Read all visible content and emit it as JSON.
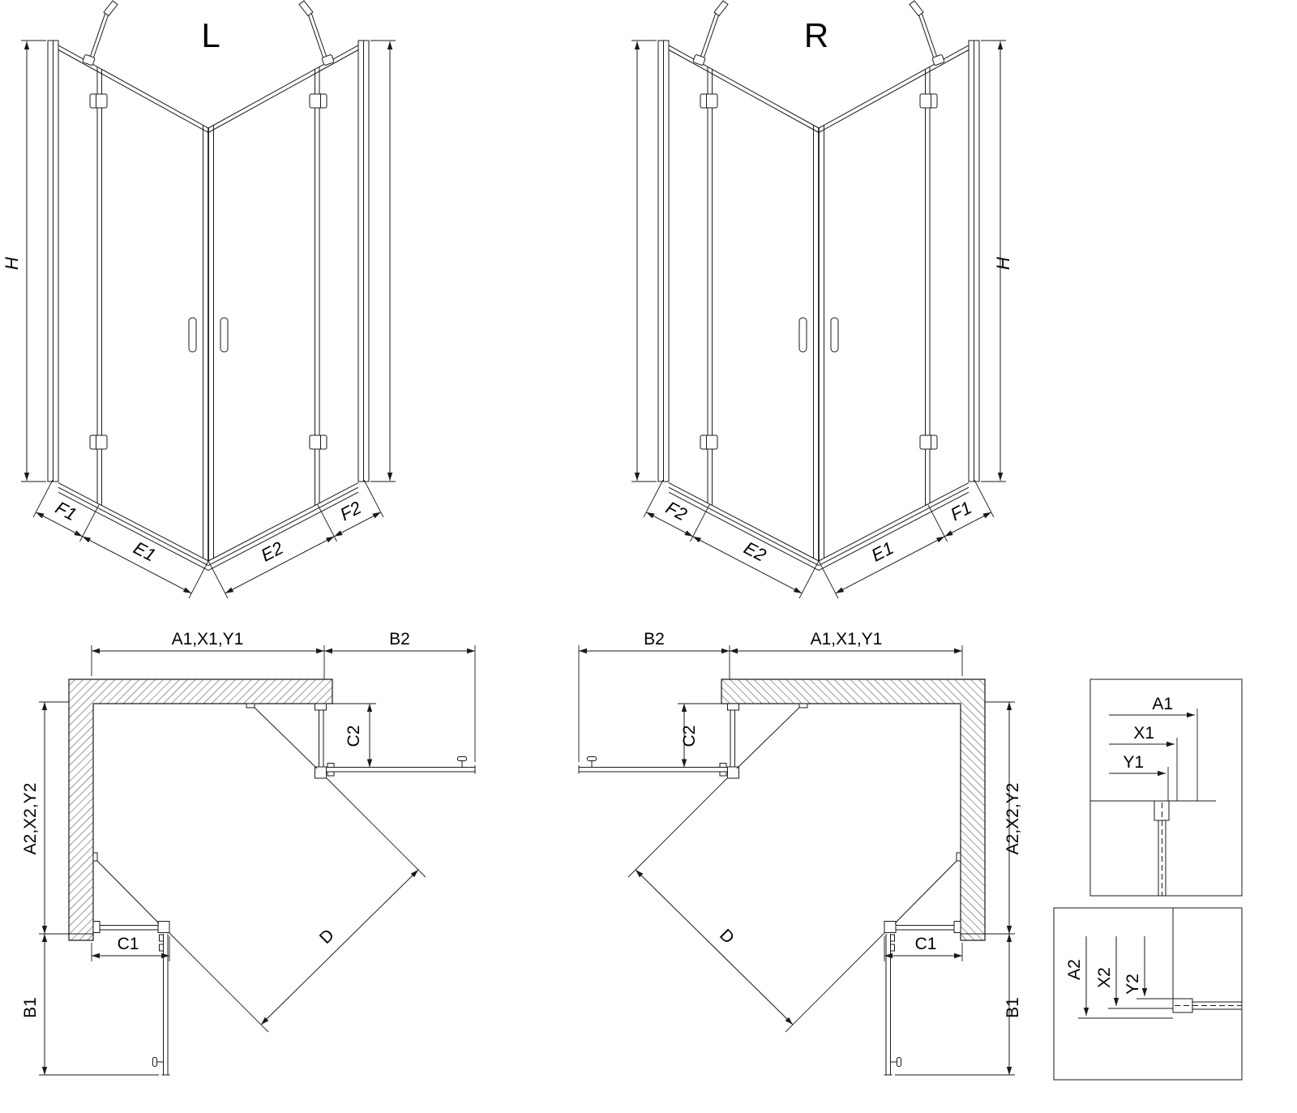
{
  "colors": {
    "line": "#1a1a1a",
    "background": "#ffffff",
    "text": "#000000"
  },
  "views": {
    "persp_left": {
      "title": "L",
      "labels": {
        "h": "H",
        "f1": "F1",
        "e1": "E1",
        "e2": "E2",
        "f2": "F2"
      }
    },
    "persp_right": {
      "title": "R",
      "labels": {
        "h": "H",
        "f1": "F1",
        "e1": "E1",
        "e2": "E2",
        "f2": "F2"
      }
    },
    "plan_left": {
      "labels": {
        "a1": "A1,X1,Y1",
        "b2": "B2",
        "c2": "C2",
        "a2": "A2,X2,Y2",
        "c1": "C1",
        "b1": "B1",
        "d": "D"
      }
    },
    "plan_right": {
      "labels": {
        "a1": "A1,X1,Y1",
        "b2": "B2",
        "c2": "C2",
        "a2": "A2,X2,Y2",
        "c1": "C1",
        "b1": "B1",
        "d": "D"
      }
    },
    "detail_top": {
      "labels": {
        "a1": "A1",
        "x1": "X1",
        "y1": "Y1"
      }
    },
    "detail_bottom": {
      "labels": {
        "a2": "A2",
        "x2": "X2",
        "y2": "Y2"
      }
    }
  }
}
